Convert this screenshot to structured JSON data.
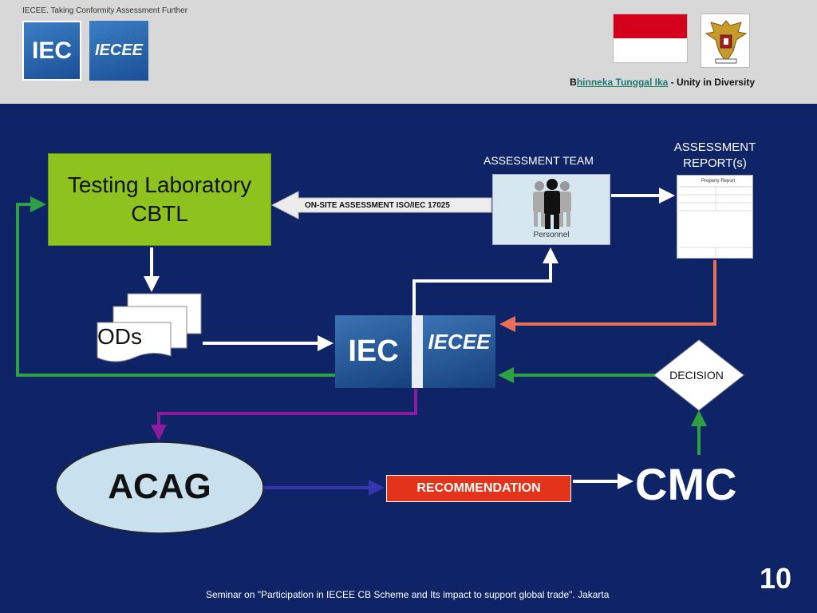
{
  "header": {
    "tagline": "IECEE. Taking Conformity Assessment Further",
    "logo_iec": "IEC",
    "logo_iecee": "IECEE",
    "motto_first_letter": "B",
    "motto_link": "hinneka Tunggal Ika",
    "motto_rest": " - Unity in Diversity"
  },
  "diagram": {
    "lab_line1": "Testing Laboratory",
    "lab_line2": "CBTL",
    "assessment_team": "ASSESSMENT TEAM",
    "assessment_report_line1": "ASSESSMENT",
    "assessment_report_line2": "REPORT(s)",
    "onsite": "ON-SITE ASSESSMENT ISO/IEC 17025",
    "personnel": "Personnel",
    "report_doc_title": "Property Report",
    "ods": "ODs",
    "center_iec": "IEC",
    "center_iecee": "IECEE",
    "decision": "DECISION",
    "acag": "ACAG",
    "recommendation": "RECOMMENDATION",
    "cmc": "CMC"
  },
  "footer": {
    "seminar": "Seminar on \"Participation in IECEE CB Scheme and Its impact to support global trade\". Jakarta",
    "page_number": "10"
  },
  "colors": {
    "background": "#0f2466",
    "header": "#d8d8d8",
    "lab_green": "#8dc21f",
    "connector_green": "#2da043",
    "connector_purple": "#8e1a9e",
    "connector_salmon": "#ea6f55",
    "connector_navy": "#23238f",
    "recommendation_red": "#e3331b"
  }
}
